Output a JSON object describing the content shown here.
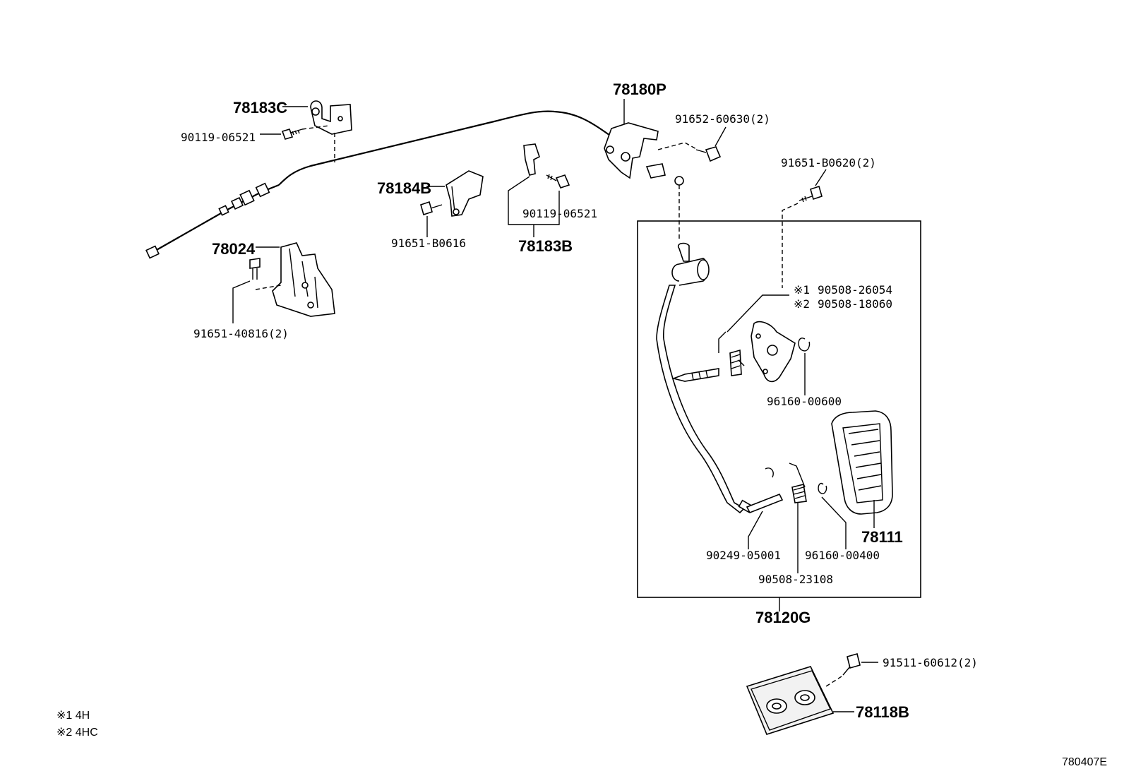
{
  "parts": {
    "p78180P": "78180P",
    "p78183C": "78183C",
    "p90119_a": "90119-06521",
    "p91652": "91652-60630(2)",
    "p91651_b0620": "91651-B0620(2)",
    "p78184B": "78184B",
    "p90119_b": "90119-06521",
    "p91651_b0616": "91651-B0616",
    "p78183B": "78183B",
    "p78024": "78024",
    "p91651_40816": "91651-40816(2)",
    "p90508_26054_mark": "※1",
    "p90508_26054": "90508-26054",
    "p90508_18060_mark": "※2",
    "p90508_18060": "90508-18060",
    "p96160_00600": "96160-00600",
    "p78111": "78111",
    "p90249": "90249-05001",
    "p96160_00400": "96160-00400",
    "p90508_23108": "90508-23108",
    "p78120G": "78120G",
    "p91511": "91511-60612(2)",
    "p78118B": "78118B"
  },
  "notes": {
    "note1": "※1 4H",
    "note2": "※2 4HC"
  },
  "diagram_id": "780407E"
}
